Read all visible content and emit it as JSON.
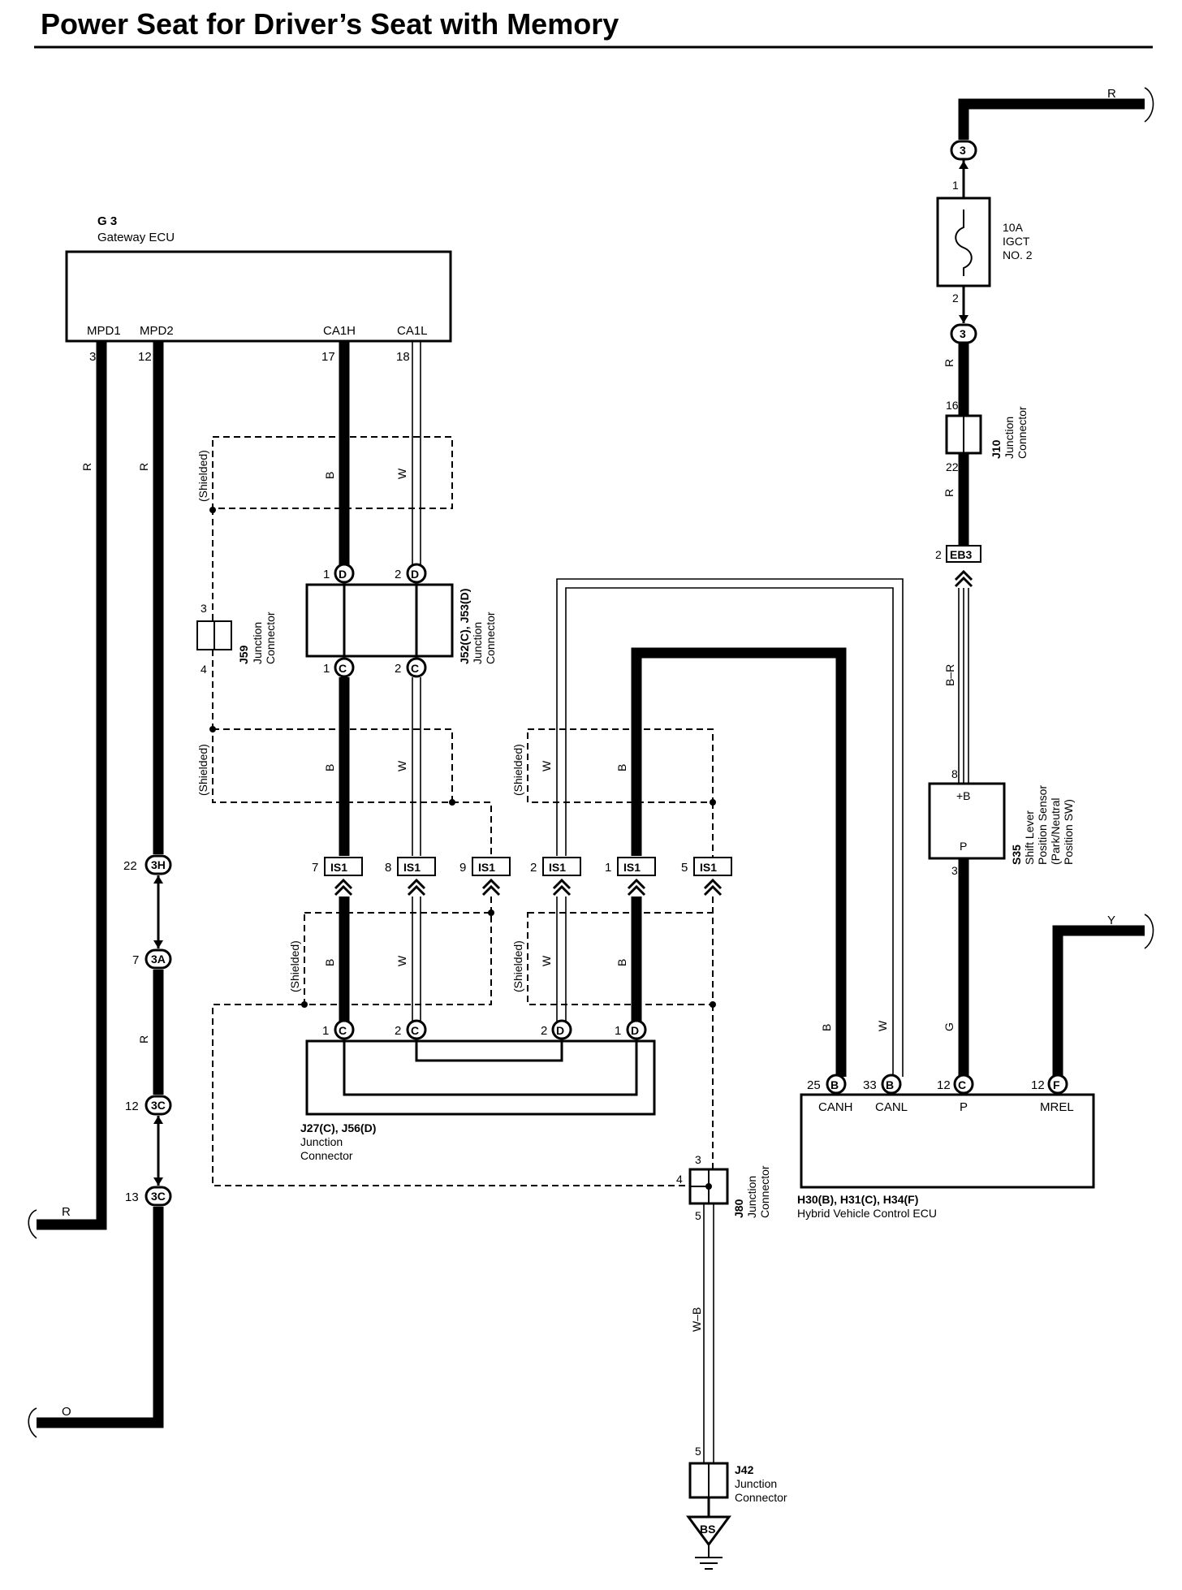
{
  "title": "Power Seat for Driver’s Seat with Memory",
  "wire_colors": {
    "r": "R",
    "o": "O",
    "y": "Y",
    "b": "B",
    "w": "W",
    "g": "G",
    "br": "B–R",
    "wb": "W–B"
  },
  "shielded": "(Shielded)",
  "gateway": {
    "code": "G 3",
    "name": "Gateway ECU",
    "pins": {
      "mpd1": "MPD1",
      "mpd2": "MPD2",
      "ca1h": "CA1H",
      "ca1l": "CA1L"
    },
    "pin_nums": {
      "mpd1": "3",
      "mpd2": "12",
      "ca1h": "17",
      "ca1l": "18"
    }
  },
  "fuse": {
    "rating": "10A",
    "name1": "IGCT",
    "name2": "NO. 2",
    "pin_top": "1",
    "pin_bottom": "2",
    "conn": "3"
  },
  "j10": {
    "code": "J10",
    "l1": "Junction",
    "l2": "Connector",
    "pin_top": "16",
    "pin_bottom": "22"
  },
  "eb3": {
    "pin": "2",
    "label": "EB3"
  },
  "s35": {
    "code": "S35",
    "l1": "Shift Lever",
    "l2": "Position Sensor",
    "l3": "(Park/Neutral",
    "l4": "Position SW)",
    "p_b": "+B",
    "p_p": "P",
    "pin_top": "8",
    "pin_bottom": "3"
  },
  "j59": {
    "code": "J59",
    "l1": "Junction",
    "l2": "Connector",
    "pin_top": "3",
    "pin_bottom": "4"
  },
  "j52": {
    "code": "J52(C), J53(D)",
    "l1": "Junction",
    "l2": "Connector",
    "top_pins": [
      "1",
      "2"
    ],
    "top_letters": [
      "D",
      "D"
    ],
    "bottom_pins": [
      "1",
      "2"
    ],
    "bottom_letters": [
      "C",
      "C"
    ]
  },
  "is1": {
    "label": "IS1",
    "pins": [
      "7",
      "8",
      "9",
      "2",
      "1",
      "5"
    ]
  },
  "connectors_left": [
    {
      "pin": "22",
      "label": "3H"
    },
    {
      "pin": "7",
      "label": "3A"
    },
    {
      "pin": "12",
      "label": "3C"
    },
    {
      "pin": "13",
      "label": "3C"
    }
  ],
  "j27": {
    "code": "J27(C), J56(D)",
    "l1": "Junction",
    "l2": "Connector",
    "pins": [
      "1",
      "2",
      "2",
      "1"
    ],
    "letters": [
      "C",
      "C",
      "D",
      "D"
    ]
  },
  "j80": {
    "code": "J80",
    "l1": "Junction",
    "l2": "Connector",
    "pin_top": "3",
    "pin_left": "4",
    "pin_bottom": "5"
  },
  "j42": {
    "code": "J42",
    "l1": "Junction",
    "l2": "Connector",
    "pin_top": "5"
  },
  "ground": "BS",
  "hv_ecu": {
    "codes": "H30(B), H31(C), H34(F)",
    "name": "Hybrid Vehicle Control ECU",
    "pins": [
      {
        "num": "25",
        "letter": "B",
        "name": "CANH"
      },
      {
        "num": "33",
        "letter": "B",
        "name": "CANL"
      },
      {
        "num": "12",
        "letter": "C",
        "name": "P"
      },
      {
        "num": "12",
        "letter": "F",
        "name": "MREL"
      }
    ]
  }
}
